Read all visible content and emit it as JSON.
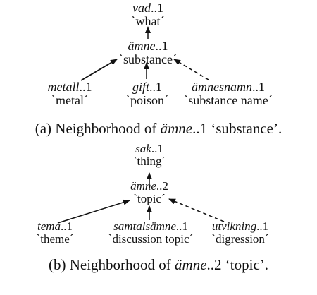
{
  "panel_a": {
    "nodes": {
      "top": {
        "word": "vad",
        "sense": "..1",
        "gloss": "`what´"
      },
      "center": {
        "word": "ämne",
        "sense": "..1",
        "gloss": "`substance´"
      },
      "left": {
        "word": "metall",
        "sense": "..1",
        "gloss": "`metal´"
      },
      "middle": {
        "word": "gift",
        "sense": "..1",
        "gloss": "`poison´"
      },
      "right": {
        "word": "ämnesnamn",
        "sense": "..1",
        "gloss": "`substance name´"
      }
    },
    "caption": {
      "prefix": "(a) Neighborhood of ",
      "word": "ämne",
      "suffix": "..1 ‘substance’."
    }
  },
  "panel_b": {
    "nodes": {
      "top": {
        "word": "sak",
        "sense": "..1",
        "gloss": "`thing´"
      },
      "center": {
        "word": "ämne",
        "sense": "..2",
        "gloss": "`topic´"
      },
      "left": {
        "word": "tema",
        "sense": "..1",
        "gloss": "`theme´"
      },
      "middle": {
        "word": "samtalsämne",
        "sense": "..1",
        "gloss": "`discussion topic´"
      },
      "right": {
        "word": "utvikning",
        "sense": "..1",
        "gloss": "`digression´"
      }
    },
    "caption": {
      "prefix": "(b) Neighborhood of ",
      "word": "ämne",
      "suffix": "..2 ‘topic’."
    }
  }
}
